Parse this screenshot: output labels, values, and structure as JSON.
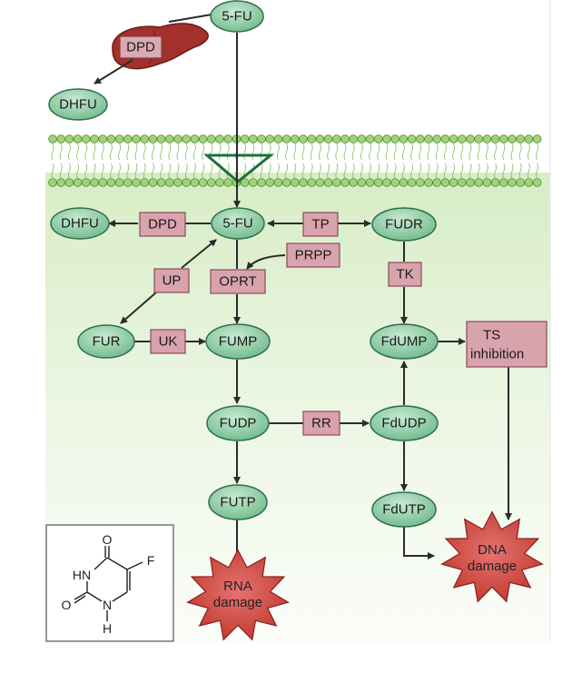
{
  "nodes": {
    "fu_outside": "5-FU",
    "dhfu_outside": "DHFU",
    "dhfu_inside": "DHFU",
    "fu_inside": "5-FU",
    "fudr": "FUDR",
    "fur": "FUR",
    "fump": "FUMP",
    "fdump": "FdUMP",
    "fudp": "FUDP",
    "fdudp": "FdUDP",
    "futp": "FUTP",
    "fdutp": "FdUTP"
  },
  "enzymes": {
    "dpd_liver": "DPD",
    "dpd": "DPD",
    "tp": "TP",
    "prpp": "PRPP",
    "up": "UP",
    "oprt": "OPRT",
    "tk": "TK",
    "uk": "UK",
    "rr": "RR",
    "ts_inhibition_line1": "TS",
    "ts_inhibition_line2": "inhibition"
  },
  "outcomes": {
    "rna_damage_line1": "RNA",
    "rna_damage_line2": "damage",
    "dna_damage_line1": "DNA",
    "dna_damage_line2": "damage"
  },
  "structure": {
    "hn_label": "HN",
    "o_top": "O",
    "o_left": "O",
    "f_label": "F",
    "n_label": "N",
    "h_label": "H"
  },
  "colors": {
    "node_fill": "#8fcfa4",
    "node_stroke": "#2f6e4a",
    "enzyme_fill": "#d9a3ae",
    "enzyme_stroke": "#8a4a57",
    "damage_fill": "#cf4c4c",
    "liver": "#a3302a",
    "membrane": "#9fd27a"
  }
}
